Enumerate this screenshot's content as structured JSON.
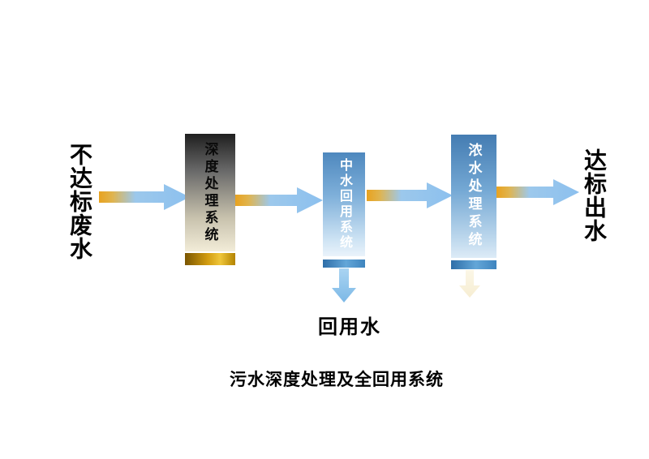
{
  "title": "污水深度处理及全回用系统",
  "flow": {
    "input_label": "不达标废水",
    "output_label": "达标出水",
    "stages": [
      {
        "label": "深度处理系统"
      },
      {
        "label": "中水回用系统"
      },
      {
        "label": "浓水处理系统"
      }
    ],
    "reuse_output_label": "回用水"
  },
  "colors": {
    "arrow_gold": "#e8a21f",
    "arrow_blue": "#8cc0ee",
    "box1_top_gray": "#1f1f1f",
    "box1_bottom_cream": "#f2ecd8",
    "box1_strip_gold": "#d29c10",
    "box_blue": "#4e88be",
    "strip_blue": "#3e84be",
    "text_dark": "#000000",
    "text_light": "#ffffff",
    "background": "#ffffff"
  }
}
